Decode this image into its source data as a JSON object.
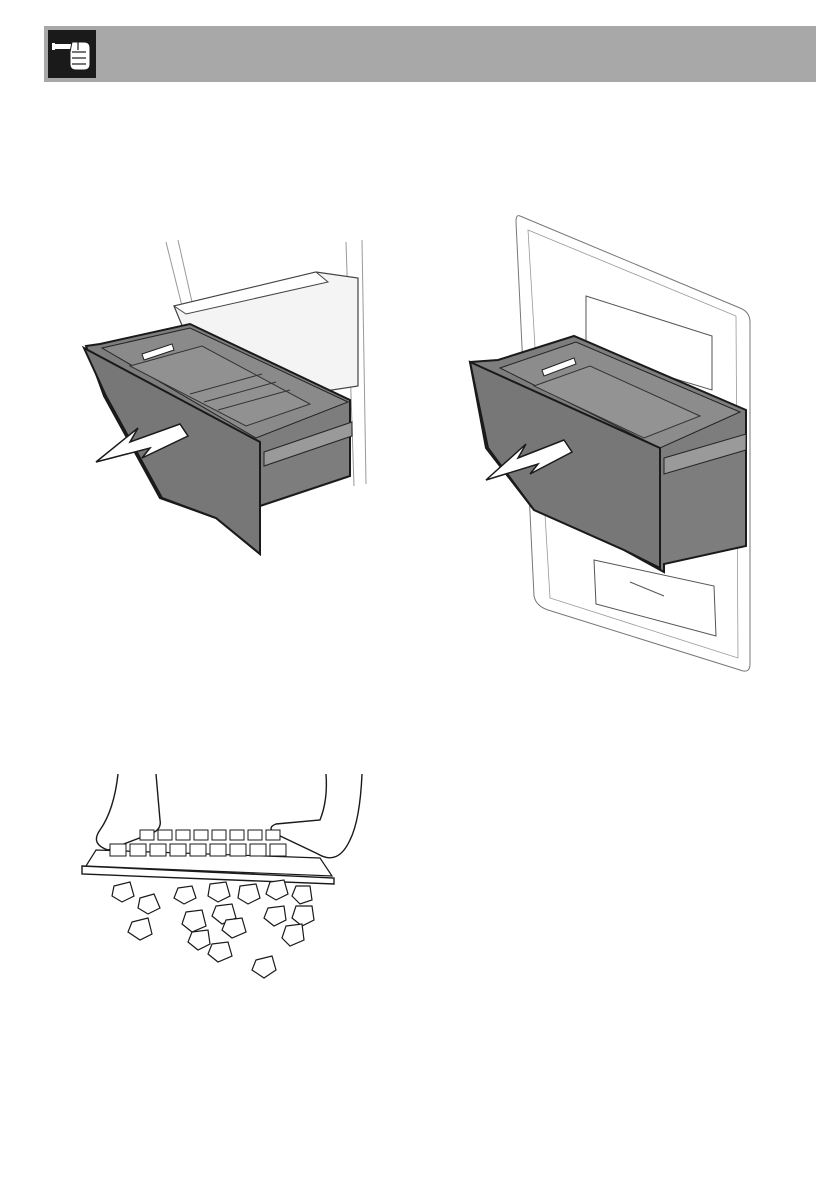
{
  "header": {
    "icon": "pointing-hand-icon",
    "bar_color": "#a8a8a8",
    "icon_bg_color": "#1a1a1a"
  },
  "figures": [
    {
      "name": "drawer-pull-out-freezer",
      "icon": "drawer-arrow-illustration"
    },
    {
      "name": "drawer-pull-out-cabinet",
      "icon": "drawer-arrow-illustration"
    },
    {
      "name": "ice-tray-release",
      "icon": "ice-tray-illustration"
    }
  ],
  "colors": {
    "drawer_fill": "#7d7d7d",
    "line": "#1a1a1a",
    "outline_light": "#777777"
  }
}
